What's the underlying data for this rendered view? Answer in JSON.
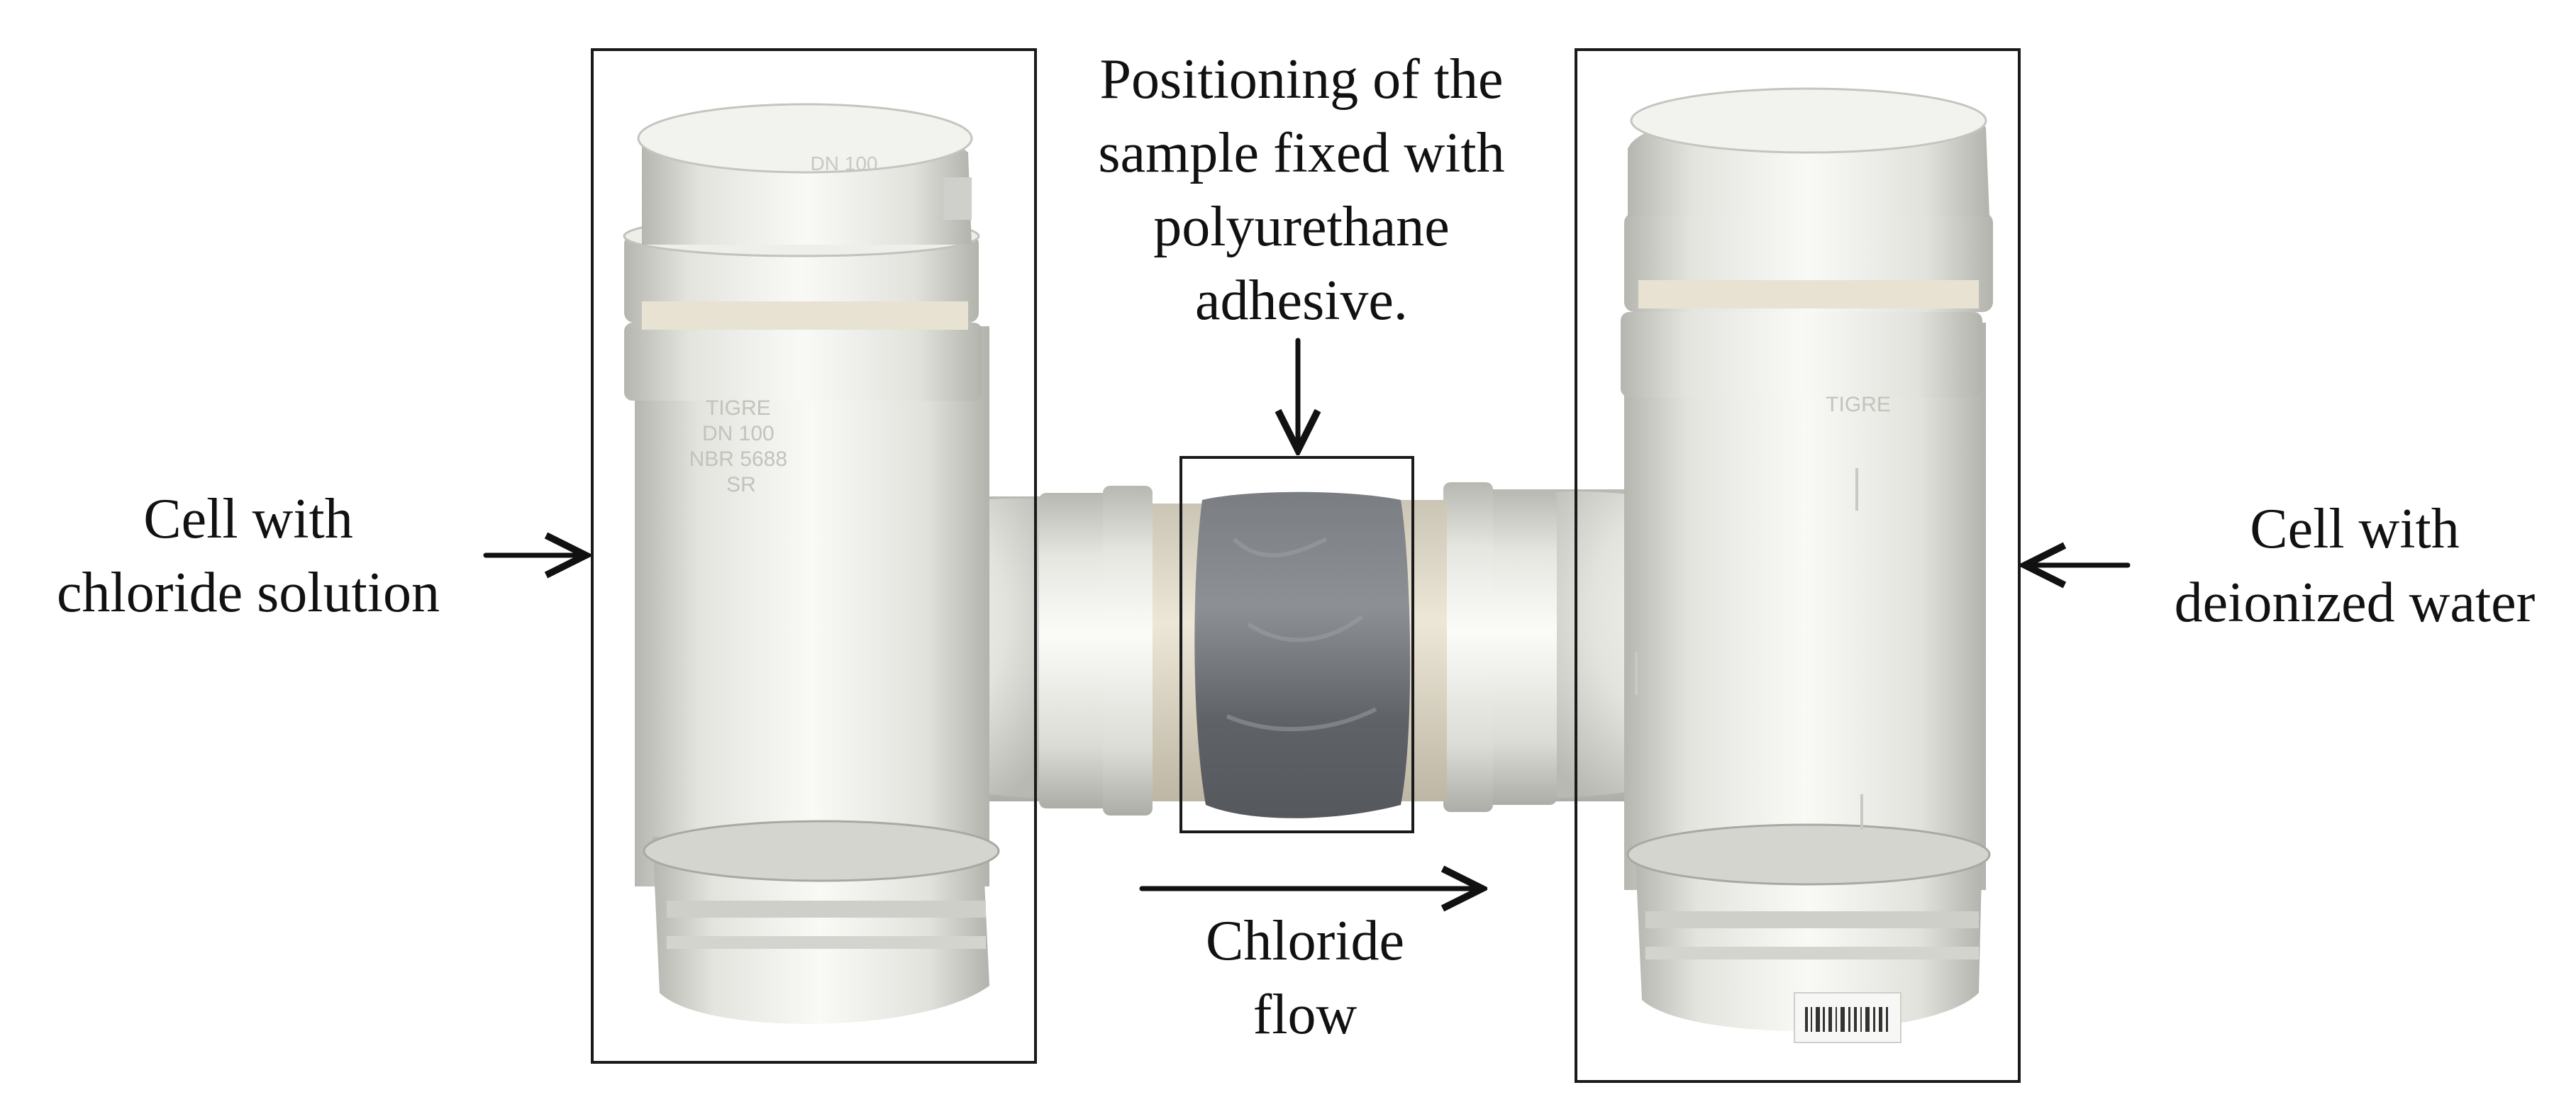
{
  "labels": {
    "left_cell": [
      "Cell with",
      "chloride solution"
    ],
    "right_cell": [
      "Cell with",
      "deionized water"
    ],
    "sample": [
      "Positioning of the",
      "sample fixed with",
      "polyurethane",
      "adhesive."
    ],
    "flow": [
      "Chloride",
      "flow"
    ]
  },
  "pipe_markings": {
    "left_stamp": [
      "TIGRE",
      "DN 100",
      "NBR 5688",
      "SR"
    ],
    "left_cap_stamp": [
      "DN 100"
    ],
    "right_stamp": [
      "TIGRE"
    ]
  },
  "colors": {
    "pipe": "#e6e6e2",
    "pipe_shadow": "#b9b9b3",
    "pipe_highlight": "#fbfbf8",
    "sample_tape": "#6d7074",
    "sample_ring": "#e3dccb",
    "frame": "#1a1a1a"
  }
}
